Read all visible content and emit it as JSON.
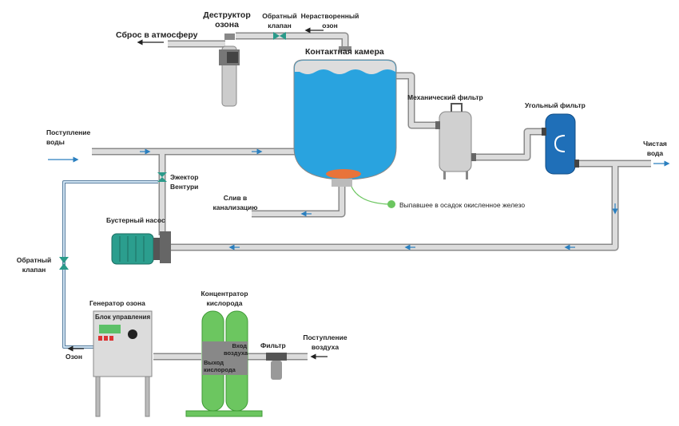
{
  "colors": {
    "water": "#29a3df",
    "pipe": "#d9d9d9",
    "pipe_edge": "#8a8a8a",
    "green": "#6cc660",
    "valve": "#2a9a8a",
    "coal_filter": "#1f6fb8",
    "sediment": "#e8733a",
    "arrow": "#2a7fbf"
  },
  "labels": {
    "ozone_destructor": "Деструктор озона",
    "check_valve_top": "Обратный клапан",
    "undissolved_ozone": "Нерастворенный озон",
    "atmosphere_release": "Сброс в атмосферу",
    "contact_chamber": "Контактная камера",
    "mechanical_filter": "Механический фильтр",
    "coal_filter": "Угольный фильтр",
    "clean_water": "Чистая вода",
    "water_inlet": "Поступление воды",
    "venturi_ejector": "Эжектор Вентури",
    "drain": "Слив в канализацию",
    "sediment": "Выпавшее в осадок окисленное железо",
    "booster_pump": "Бустерный насос",
    "check_valve_left": "Обратный клапан",
    "ozone_generator": "Генератор озона",
    "control_unit": "Блок управления",
    "ozone_out": "Озон",
    "oxygen_concentrator": "Концентратор кислорода",
    "air_in": "Вход воздуха",
    "oxygen_out": "Выход кислорода",
    "filter": "Фильтр",
    "air_inlet": "Поступление воздуха"
  }
}
